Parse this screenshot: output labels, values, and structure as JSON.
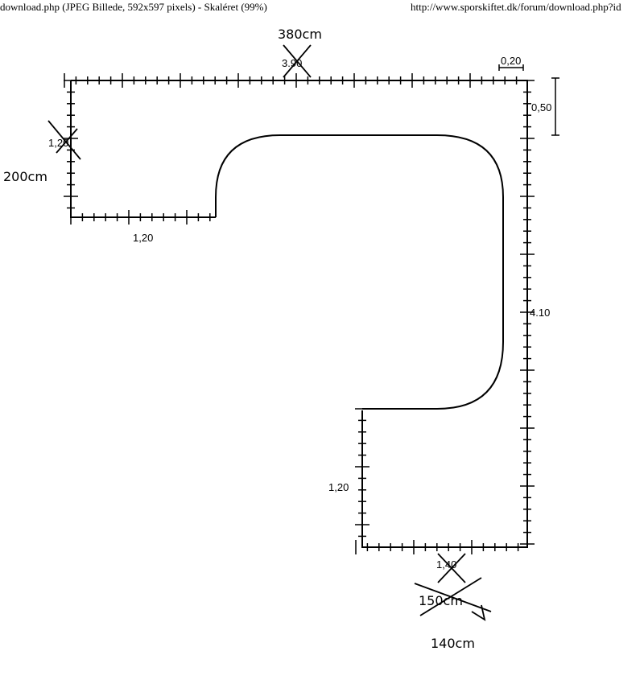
{
  "window": {
    "title": "download.php (JPEG Billede, 592x597 pixels) - Skaléret (99%)",
    "url": "http://www.sporskiftet.dk/forum/download.php?id"
  },
  "drawing": {
    "top_length": "3.90",
    "top_corrected": "380cm",
    "top_corner": "0,20",
    "right_top": "0,50",
    "left_height": "1,20",
    "left_corrected": "200cm",
    "left_bottom": "1,20",
    "right_length": "4.10",
    "leg_height": "1,20",
    "bottom_length": "1,40",
    "bottom_corrected": "150cm",
    "bottom_final": "140cm"
  }
}
